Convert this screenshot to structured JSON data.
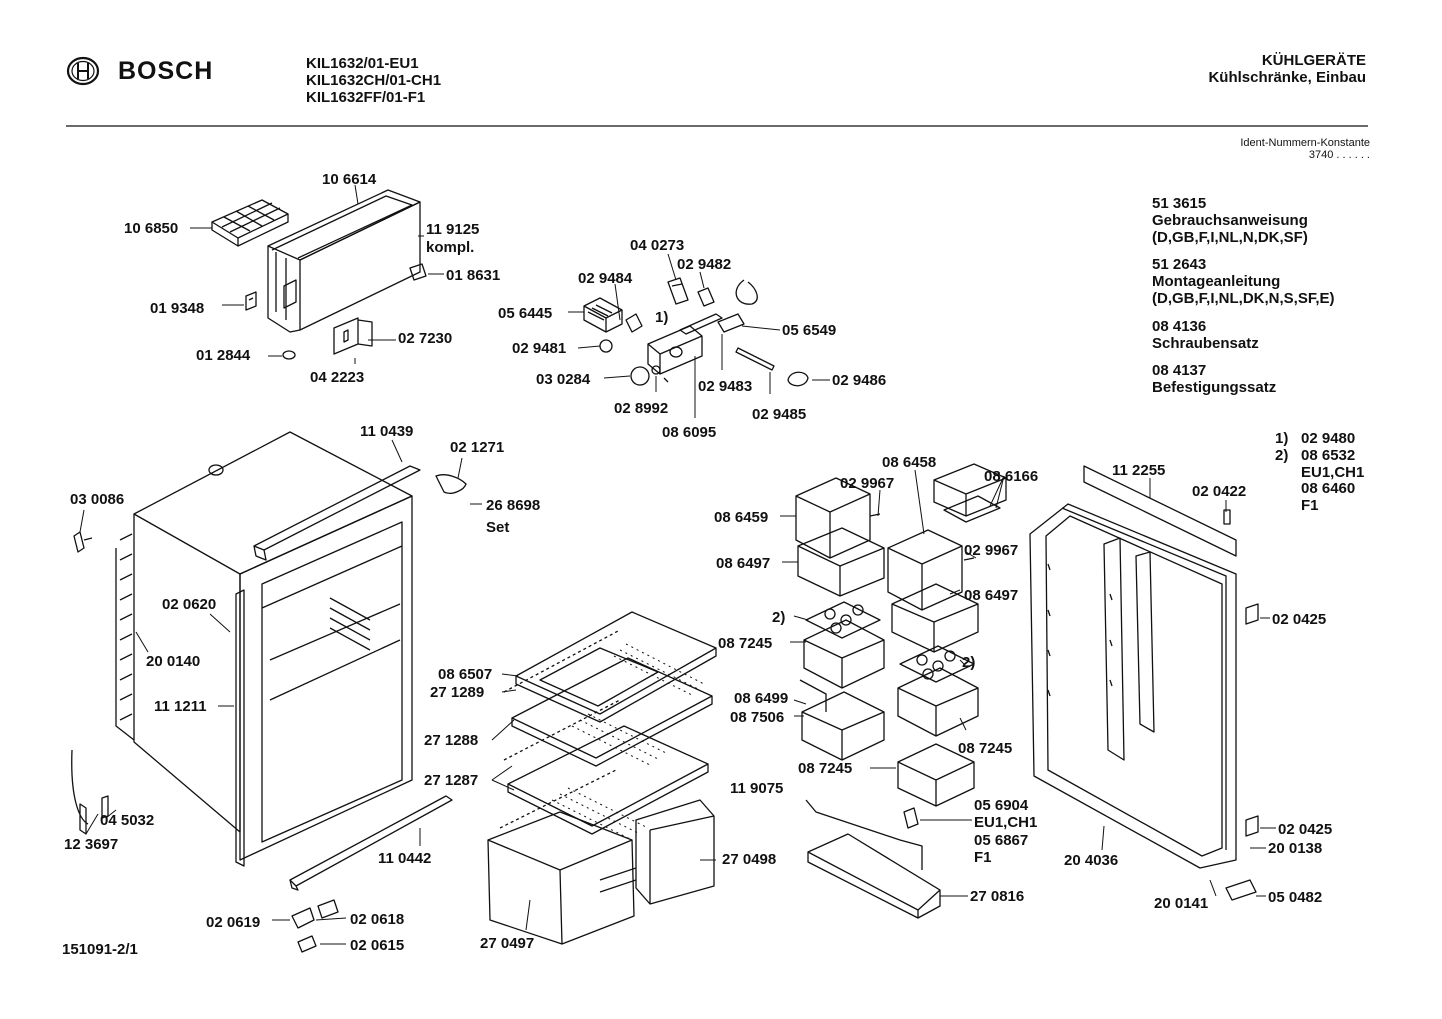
{
  "header": {
    "brand": "BOSCH",
    "models": [
      "KIL1632/01-EU1",
      "KIL1632CH/01-CH1",
      "KIL1632FF/01-F1"
    ],
    "category": "KÜHLGERÄTE",
    "subcategory": "Kühlschränke, Einbau",
    "ident_label": "Ident-Nummern-Konstante",
    "ident_value": "3740  . .   . . . ."
  },
  "documents": [
    {
      "number": "51 3615",
      "title": "Gebrauchsanweisung",
      "langs": "(D,GB,F,I,NL,N,DK,SF)"
    },
    {
      "number": "51 2643",
      "title": "Montageanleitung",
      "langs": "(D,GB,F,I,NL,DK,N,S,SF,E)"
    },
    {
      "number": "08 4136",
      "title": "Schraubensatz",
      "langs": ""
    },
    {
      "number": "08 4137",
      "title": "Befestigungssatz",
      "langs": ""
    }
  ],
  "footnotes": [
    {
      "mark": "1)",
      "lines": [
        "02 9480"
      ]
    },
    {
      "mark": "2)",
      "lines": [
        "08 6532",
        "EU1,CH1",
        "08 6460",
        "F1"
      ]
    }
  ],
  "parts": {
    "p106614": "10 6614",
    "p106850": "10 6850",
    "p119125": "11 9125",
    "p119125b": "kompl.",
    "p018631": "01 8631",
    "p019348": "01 9348",
    "p027230": "02 7230",
    "p012844": "01 2844",
    "p042223": "04 2223",
    "p040273": "04 0273",
    "p029482": "02 9482",
    "p029484": "02 9484",
    "p056445": "05 6445",
    "p1": "1)",
    "p056549": "05 6549",
    "p029481": "02 9481",
    "p030284": "03 0284",
    "p029483": "02 9483",
    "p029486": "02 9486",
    "p028992": "02 8992",
    "p029485": "02 9485",
    "p086095": "08 6095",
    "p110439": "11 0439",
    "p021271": "02 1271",
    "p268698": "26 8698",
    "pSet": "Set",
    "p030086": "03 0086",
    "p020620": "02 0620",
    "p200140": "20 0140",
    "p111211": "11 1211",
    "p045032": "04 5032",
    "p123697": "12 3697",
    "p110442": "11 0442",
    "p020619": "02 0619",
    "p020618": "02 0618",
    "p020615": "02 0615",
    "p086507": "08 6507",
    "p271289": "27 1289",
    "p271288": "27 1288",
    "p271287": "27 1287",
    "p270497": "27 0497",
    "p270498": "27 0498",
    "p086458": "08 6458",
    "p029967a": "02 9967",
    "p086166": "08 6166",
    "p086459": "08 6459",
    "p086497a": "08 6497",
    "p029967b": "02 9967",
    "p086497b": "08 6497",
    "p2a": "2)",
    "p087245a": "08 7245",
    "p2b": "2)",
    "p086499": "08 6499",
    "p087506": "08 7506",
    "p087245b": "08 7245",
    "p087245c": "08 7245",
    "p119075": "11 9075",
    "p056904": "05 6904",
    "pEU1CH1": "EU1,CH1",
    "p056867": "05 6867",
    "pF1": "F1",
    "p270816": "27 0816",
    "p112255": "11 2255",
    "p020422": "02 0422",
    "p020425a": "02 0425",
    "p020425b": "02 0425",
    "p200138": "20 0138",
    "p204036": "20 4036",
    "p200141": "20 0141",
    "p050482": "05 0482"
  },
  "footer": {
    "drawing_id": "151091-2/1"
  }
}
